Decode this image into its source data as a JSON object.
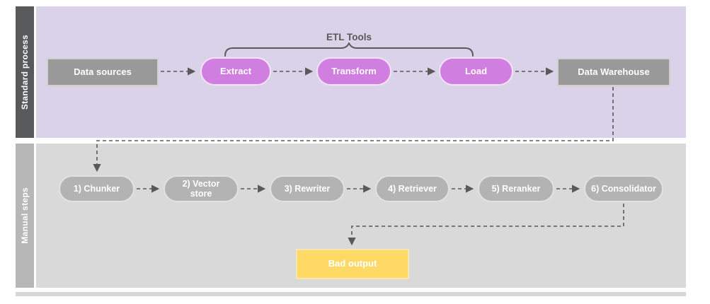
{
  "lanes": [
    {
      "label": "Standard process"
    },
    {
      "label": "Manual steps"
    }
  ],
  "annotations": {
    "etl_tools": "ETL Tools"
  },
  "nodes": {
    "data_sources": "Data sources",
    "extract": "Extract",
    "transform": "Transform",
    "load": "Load",
    "data_warehouse": "Data Warehouse",
    "chunker": "1) Chunker",
    "vector_store": "2) Vector store",
    "rewriter": "3) Rewriter",
    "retriever": "4) Retriever",
    "reranker": "5) Reranker",
    "consolidator": "6) Consolidator",
    "bad_output": "Bad output"
  },
  "colors": {
    "lane_standard_bg": "#d9d2e9",
    "lane_standard_bar": "#58595b",
    "lane_manual_bg": "#d9d9d9",
    "lane_manual_bar": "#b7b7b7",
    "node_gray": "#999999",
    "node_etl_pill": "#d07ee0",
    "node_manual_pill": "#b3b3b3",
    "node_bad_output": "#ffd966",
    "connector": "#595959"
  }
}
